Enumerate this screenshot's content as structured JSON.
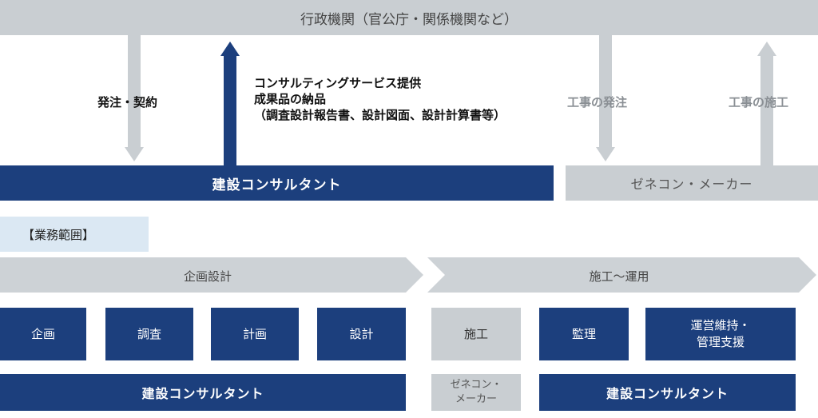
{
  "top_bar": {
    "label": "行政機関（官公庁・関係機関など）"
  },
  "flows": {
    "order_contract": "発注・契約",
    "service_line1": "コンサルティングサービス提供",
    "service_line2": "成果品の納品",
    "service_line3": "（調査設計報告書、設計図面、設計計算書等）",
    "work_order": "工事の発注",
    "construction": "工事の施工"
  },
  "actors": {
    "consultant": "建設コンサルタント",
    "general_contractor": "ゼネコン・メーカー"
  },
  "scope": {
    "label": "【業務範囲】",
    "phase_planning": "企画設計",
    "phase_operation": "施工〜運用",
    "tasks": {
      "kikaku": "企画",
      "chousa": "調査",
      "keikaku": "計画",
      "sekkei": "設計",
      "seko": "施工",
      "kanri": "監理",
      "unei": "運営維持・\n管理支援"
    },
    "bottom": {
      "consultant_left": "建設コンサルタント",
      "gc": "ゼネコン・\nメーカー",
      "consultant_right": "建設コンサルタント"
    }
  },
  "colors": {
    "navy": "#1c3f7d",
    "gray": "#c9ced2",
    "pale_blue": "#dbe8f3"
  }
}
